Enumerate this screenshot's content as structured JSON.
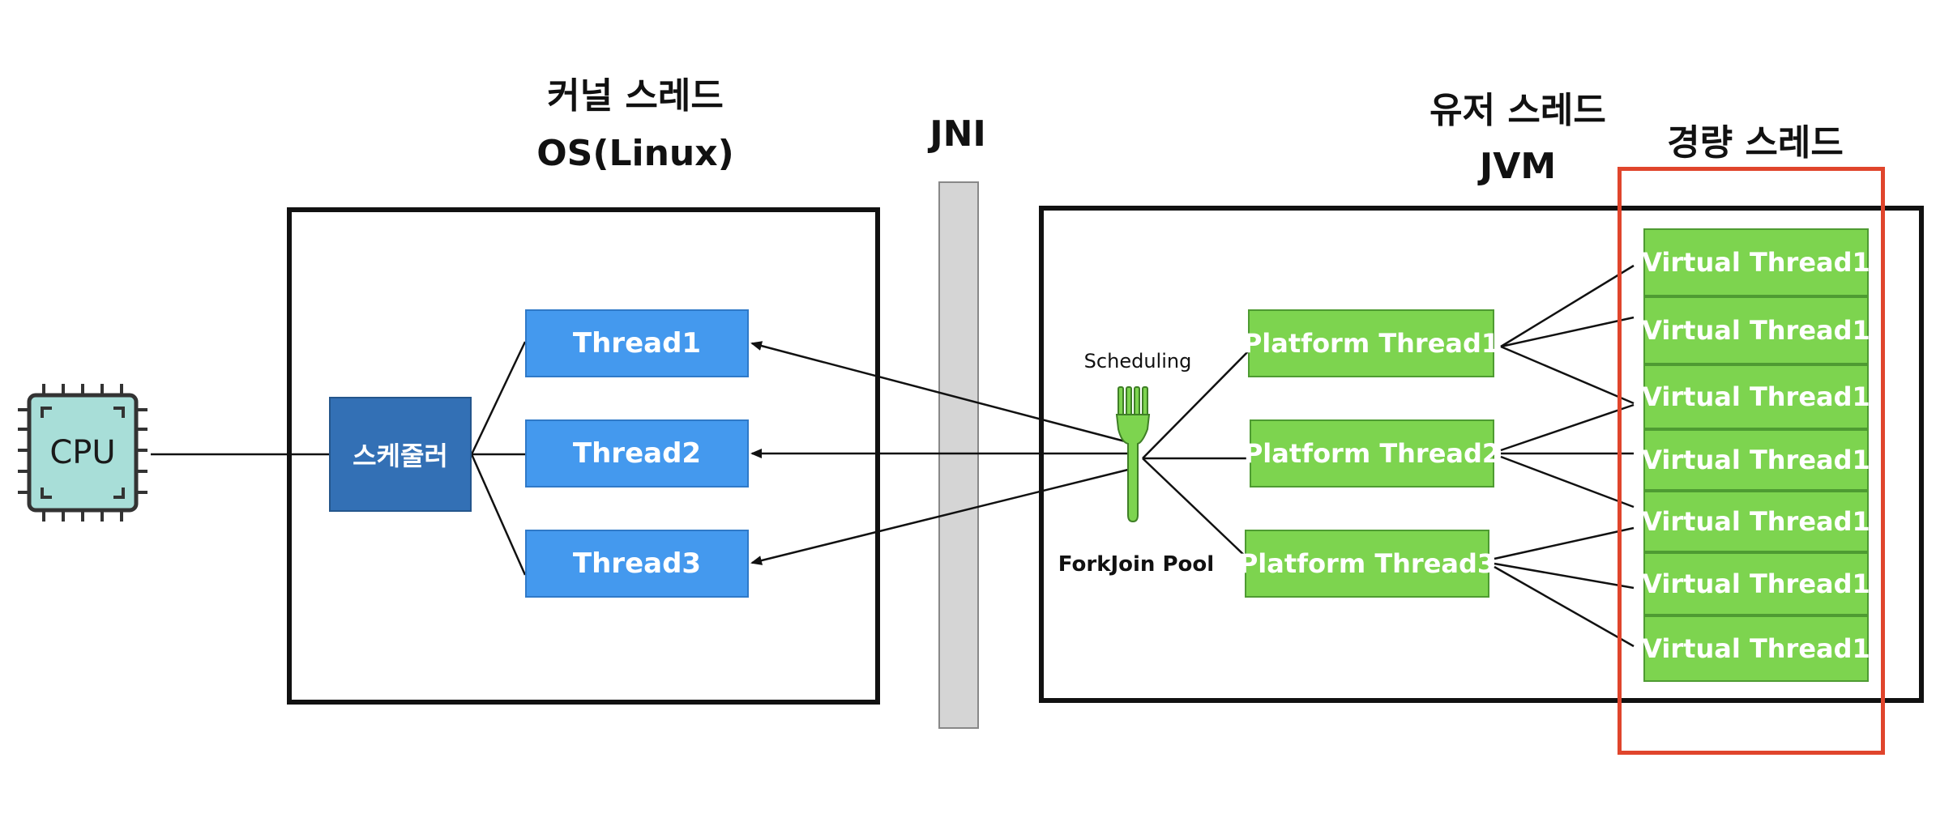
{
  "headings": {
    "kernel_title": "커널 스레드",
    "kernel_sub": "OS(Linux)",
    "jni": "JNI",
    "user_title": "유저 스레드",
    "user_sub": "JVM",
    "lightweight": "경량 스레드"
  },
  "cpu": {
    "label": "CPU"
  },
  "scheduler": {
    "label": "스케줄러"
  },
  "kernel_threads": [
    "Thread1",
    "Thread2",
    "Thread3"
  ],
  "scheduling_label": "Scheduling",
  "forkjoin_label": "ForkJoin Pool",
  "platform_threads": [
    "Platform Thread1",
    "Platform Thread2",
    "Platform Thread3"
  ],
  "virtual_threads": [
    "Virtual Thread1",
    "Virtual Thread1",
    "Virtual Thread1",
    "Virtual Thread1",
    "Virtual Thread1",
    "Virtual Thread1",
    "Virtual Thread1"
  ],
  "colors": {
    "kernel_thread": "#4499ee",
    "scheduler": "#3370b5",
    "platform_thread": "#7dd44f",
    "virtual_thread": "#7dd44f",
    "cpu_chip": "#a8ded8",
    "highlight": "#e0452c",
    "fork": "#7dd44f"
  },
  "icons": {
    "cpu": "cpu-chip-icon",
    "fork": "fork-icon"
  }
}
